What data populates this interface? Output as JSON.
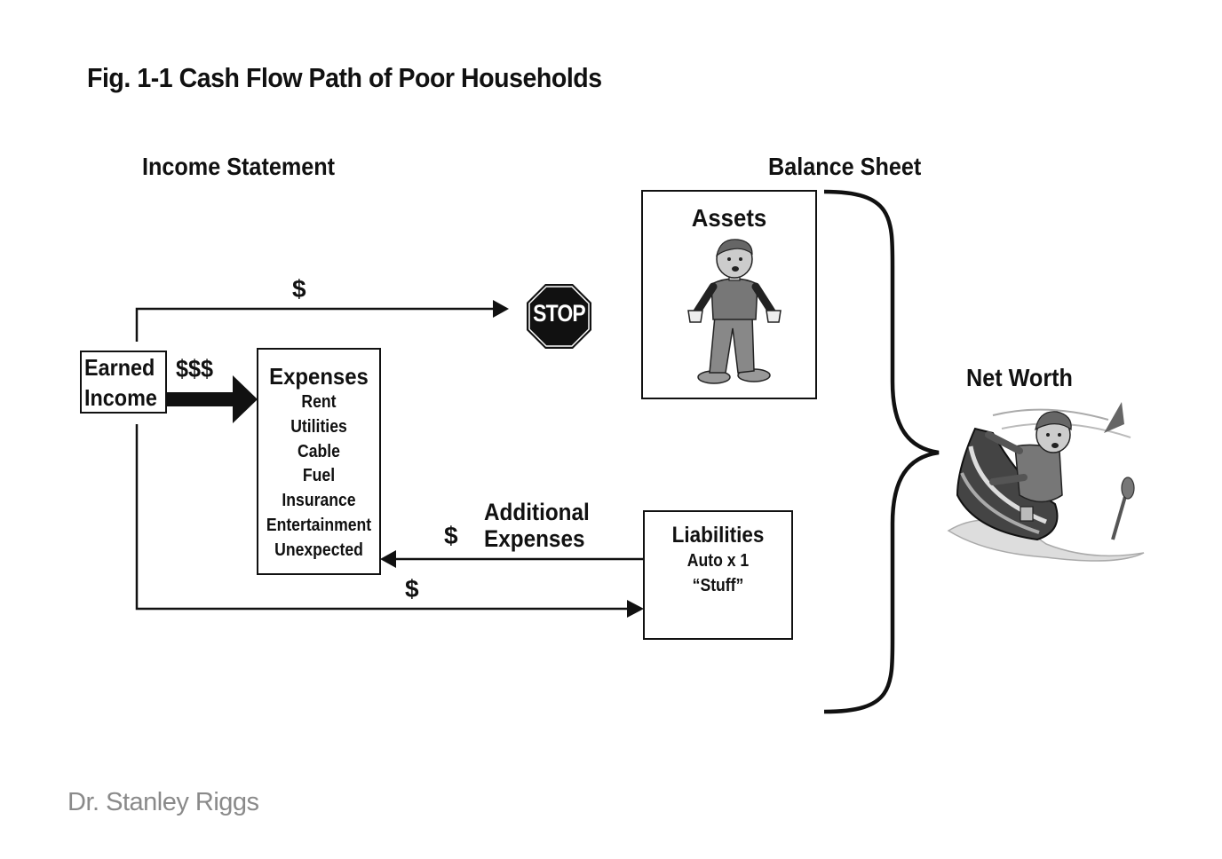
{
  "figure": {
    "title": "Fig. 1-1 Cash Flow Path of Poor Households"
  },
  "sections": {
    "income_statement": "Income Statement",
    "balance_sheet": "Balance Sheet",
    "net_worth": "Net Worth"
  },
  "earned_income": {
    "line1": "Earned",
    "line2": "Income"
  },
  "flows": {
    "main": "$$$",
    "to_stop": "$",
    "to_liabilities": "$",
    "additional": "$",
    "additional_label_line1": "Additional",
    "additional_label_line2": "Expenses"
  },
  "stop_sign": "STOP",
  "expenses": {
    "heading": "Expenses",
    "items": [
      "Rent",
      "Utilities",
      "Cable",
      "Fuel",
      "Insurance",
      "Entertainment",
      "Unexpected"
    ]
  },
  "assets": {
    "heading": "Assets"
  },
  "liabilities": {
    "heading": "Liabilities",
    "items": [
      "Auto x 1",
      "“Stuff”"
    ]
  },
  "credit": "Dr. Stanley Riggs",
  "colors": {
    "ink": "#111111",
    "credit": "#8a8a8a",
    "stop_fill": "#111111"
  }
}
